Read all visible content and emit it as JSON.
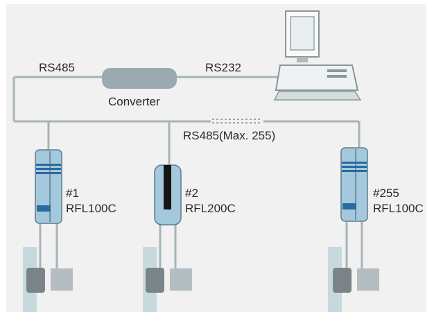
{
  "labels": {
    "rs485_top": "RS485",
    "rs232": "RS232",
    "converter": "Converter",
    "rs485_bus": "RS485(Max. 255)"
  },
  "readers": [
    {
      "number": "#1",
      "model": "RFL100C"
    },
    {
      "number": "#2",
      "model": "RFL200C"
    },
    {
      "number": "#255",
      "model": "RFL100C"
    }
  ],
  "colors": {
    "background": "#f1f1f1",
    "bus_line": "#a6b4b8",
    "converter": "#9aaab0",
    "reader_body": "#a4c8dc",
    "reader_stripe": "#2a6aa0",
    "device_dark": "#7a8488",
    "device_light": "#b4bec2",
    "post": "#c6dade",
    "computer": "#e6ecec"
  }
}
